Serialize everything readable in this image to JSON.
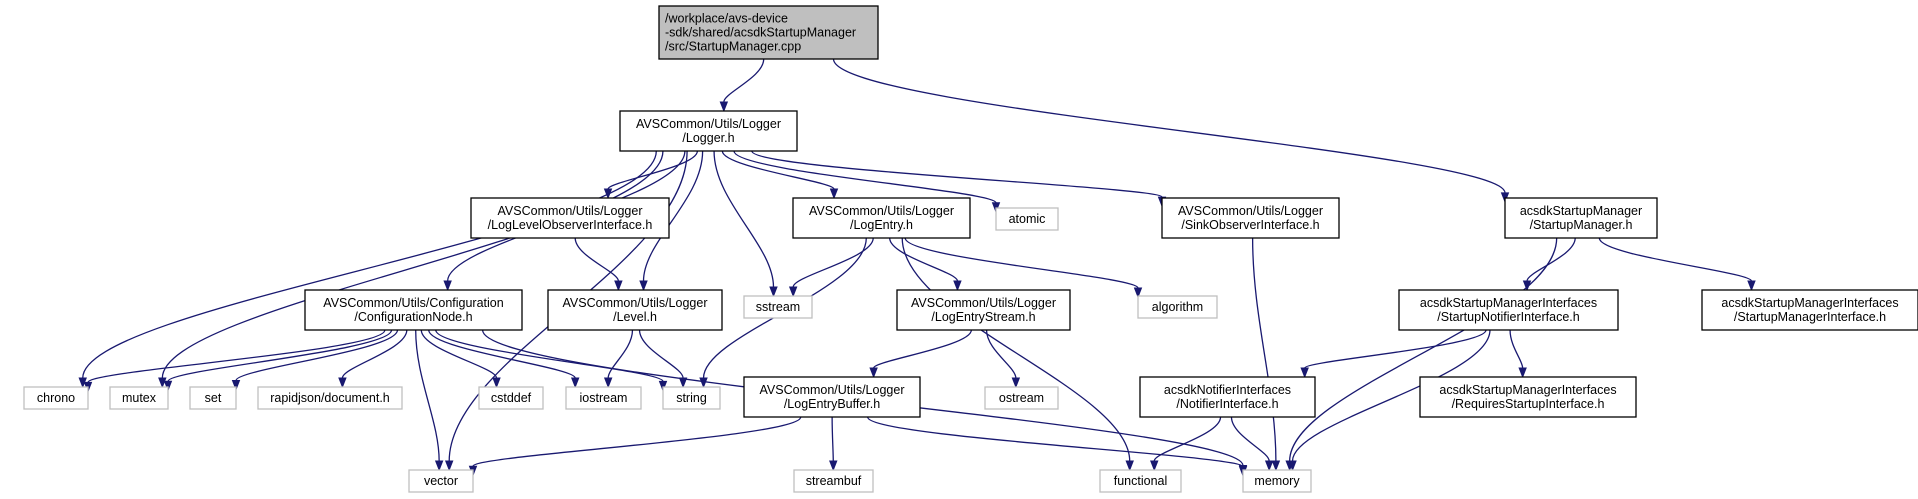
{
  "nodes": [
    {
      "id": "root",
      "kind": "root",
      "lines": [
        "/workplace/avs-device",
        "-sdk/shared/acsdkStartupManager",
        "/src/StartupManager.cpp"
      ]
    },
    {
      "id": "logger",
      "kind": "file",
      "lines": [
        "AVSCommon/Utils/Logger",
        "/Logger.h"
      ]
    },
    {
      "id": "startupmgr",
      "kind": "file",
      "lines": [
        "acsdkStartupManager",
        "/StartupManager.h"
      ]
    },
    {
      "id": "loglevelobs",
      "kind": "file",
      "lines": [
        "AVSCommon/Utils/Logger",
        "/LogLevelObserverInterface.h"
      ]
    },
    {
      "id": "logentry",
      "kind": "file",
      "lines": [
        "AVSCommon/Utils/Logger",
        "/LogEntry.h"
      ]
    },
    {
      "id": "atomic",
      "kind": "ext",
      "lines": [
        "atomic"
      ]
    },
    {
      "id": "sinkobs",
      "kind": "file",
      "lines": [
        "AVSCommon/Utils/Logger",
        "/SinkObserverInterface.h"
      ]
    },
    {
      "id": "confignode",
      "kind": "file",
      "lines": [
        "AVSCommon/Utils/Configuration",
        "/ConfigurationNode.h"
      ]
    },
    {
      "id": "level",
      "kind": "file",
      "lines": [
        "AVSCommon/Utils/Logger",
        "/Level.h"
      ]
    },
    {
      "id": "sstream",
      "kind": "ext",
      "lines": [
        "sstream"
      ]
    },
    {
      "id": "logentrystream",
      "kind": "file",
      "lines": [
        "AVSCommon/Utils/Logger",
        "/LogEntryStream.h"
      ]
    },
    {
      "id": "algorithm",
      "kind": "ext",
      "lines": [
        "algorithm"
      ]
    },
    {
      "id": "notifyiface",
      "kind": "file",
      "lines": [
        "acsdkStartupManagerInterfaces",
        "/StartupNotifierInterface.h"
      ]
    },
    {
      "id": "mgriface",
      "kind": "file",
      "lines": [
        "acsdkStartupManagerInterfaces",
        "/StartupManagerInterface.h"
      ]
    },
    {
      "id": "chrono",
      "kind": "ext",
      "lines": [
        "chrono"
      ]
    },
    {
      "id": "mutex",
      "kind": "ext",
      "lines": [
        "mutex"
      ]
    },
    {
      "id": "set",
      "kind": "ext",
      "lines": [
        "set"
      ]
    },
    {
      "id": "rapidjson",
      "kind": "ext",
      "lines": [
        "rapidjson/document.h"
      ]
    },
    {
      "id": "cstddef",
      "kind": "ext",
      "lines": [
        "cstddef"
      ]
    },
    {
      "id": "iostream",
      "kind": "ext",
      "lines": [
        "iostream"
      ]
    },
    {
      "id": "string",
      "kind": "ext",
      "lines": [
        "string"
      ]
    },
    {
      "id": "logentrybuffer",
      "kind": "file",
      "lines": [
        "AVSCommon/Utils/Logger",
        "/LogEntryBuffer.h"
      ]
    },
    {
      "id": "ostream",
      "kind": "ext",
      "lines": [
        "ostream"
      ]
    },
    {
      "id": "notifieriface",
      "kind": "file",
      "lines": [
        "acsdkNotifierInterfaces",
        "/NotifierInterface.h"
      ]
    },
    {
      "id": "requiresiface",
      "kind": "file",
      "lines": [
        "acsdkStartupManagerInterfaces",
        "/RequiresStartupInterface.h"
      ]
    },
    {
      "id": "vector",
      "kind": "ext",
      "lines": [
        "vector"
      ]
    },
    {
      "id": "streambuf",
      "kind": "ext",
      "lines": [
        "streambuf"
      ]
    },
    {
      "id": "functional",
      "kind": "ext",
      "lines": [
        "functional"
      ]
    },
    {
      "id": "memory",
      "kind": "ext",
      "lines": [
        "memory"
      ]
    }
  ],
  "edges": [
    [
      "root",
      "logger"
    ],
    [
      "root",
      "startupmgr"
    ],
    [
      "logger",
      "chrono"
    ],
    [
      "logger",
      "mutex"
    ],
    [
      "logger",
      "vector"
    ],
    [
      "logger",
      "confignode"
    ],
    [
      "logger",
      "loglevelobs"
    ],
    [
      "logger",
      "level"
    ],
    [
      "logger",
      "sstream"
    ],
    [
      "logger",
      "logentry"
    ],
    [
      "logger",
      "atomic"
    ],
    [
      "logger",
      "sinkobs"
    ],
    [
      "loglevelobs",
      "level"
    ],
    [
      "logentry",
      "sstream"
    ],
    [
      "logentry",
      "string"
    ],
    [
      "logentry",
      "logentrystream"
    ],
    [
      "logentry",
      "algorithm"
    ],
    [
      "logentry",
      "functional"
    ],
    [
      "confignode",
      "chrono"
    ],
    [
      "confignode",
      "mutex"
    ],
    [
      "confignode",
      "set"
    ],
    [
      "confignode",
      "rapidjson"
    ],
    [
      "confignode",
      "cstddef"
    ],
    [
      "confignode",
      "iostream"
    ],
    [
      "confignode",
      "string"
    ],
    [
      "confignode",
      "vector"
    ],
    [
      "confignode",
      "memory"
    ],
    [
      "level",
      "iostream"
    ],
    [
      "level",
      "string"
    ],
    [
      "logentrystream",
      "logentrybuffer"
    ],
    [
      "logentrystream",
      "ostream"
    ],
    [
      "logentrybuffer",
      "vector"
    ],
    [
      "logentrybuffer",
      "streambuf"
    ],
    [
      "logentrybuffer",
      "memory"
    ],
    [
      "sinkobs",
      "memory"
    ],
    [
      "startupmgr",
      "notifyiface"
    ],
    [
      "startupmgr",
      "mgriface"
    ],
    [
      "startupmgr",
      "memory"
    ],
    [
      "notifyiface",
      "notifieriface"
    ],
    [
      "notifyiface",
      "requiresiface"
    ],
    [
      "notifyiface",
      "memory"
    ],
    [
      "notifieriface",
      "functional"
    ],
    [
      "notifieriface",
      "memory"
    ]
  ]
}
